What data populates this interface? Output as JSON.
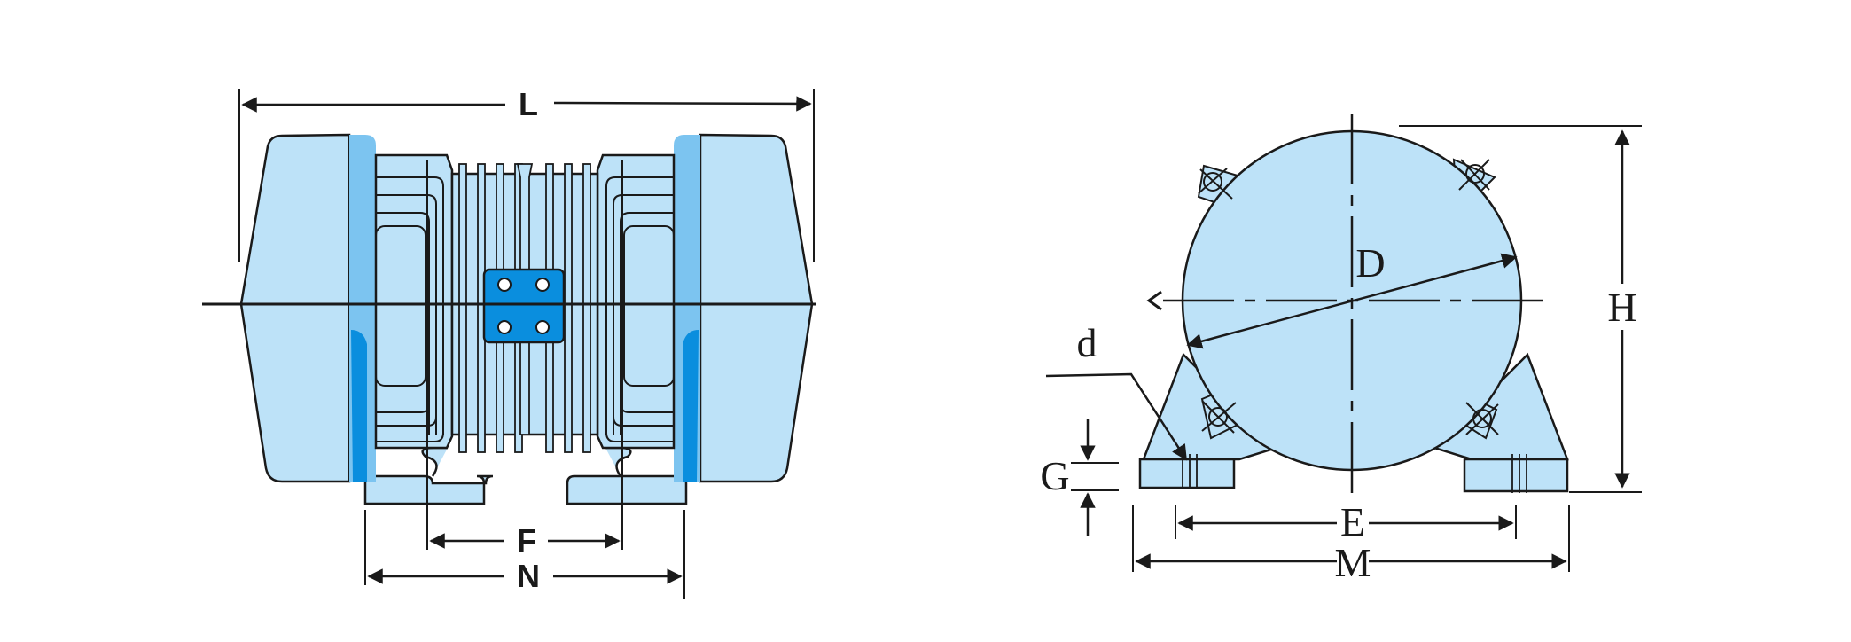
{
  "colors": {
    "body_fill": "#bde2f8",
    "accent_light": "#7cc4f0",
    "accent_dark": "#0a8ede",
    "box_fill": "#0a8ede",
    "line": "#1a1a1a"
  },
  "side_view": {
    "labels": {
      "L": "L",
      "F": "F",
      "N": "N"
    }
  },
  "front_view": {
    "labels": {
      "D": "D",
      "d": "d",
      "H": "H",
      "G": "G",
      "E": "E",
      "M": "M"
    }
  }
}
